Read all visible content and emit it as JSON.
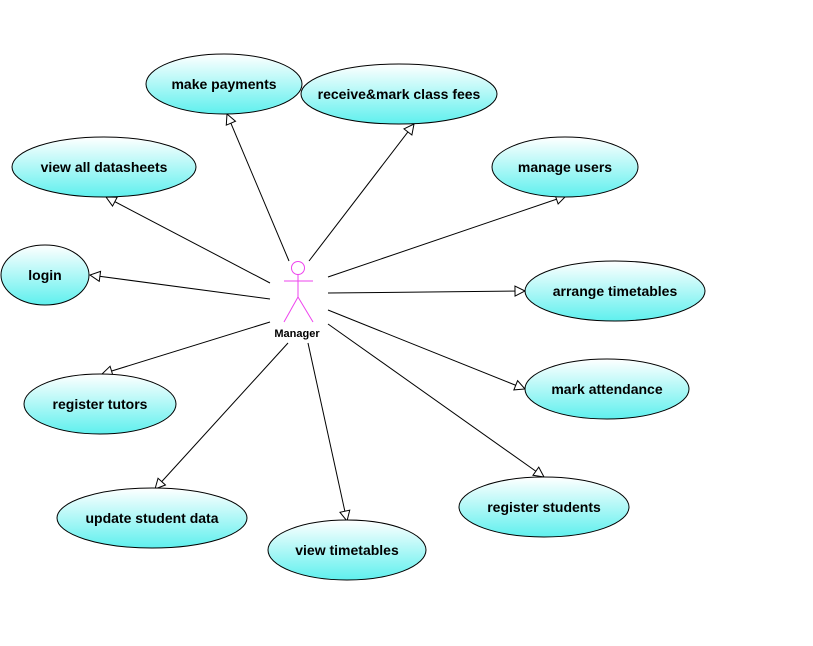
{
  "diagram": {
    "actor": {
      "name": "Manager",
      "icon": "stick-figure-icon"
    },
    "use_cases": [
      {
        "id": "make-payments",
        "label": "make payments"
      },
      {
        "id": "receive-mark-class-fees",
        "label": "receive&mark class fees"
      },
      {
        "id": "view-all-datasheets",
        "label": "view all datasheets"
      },
      {
        "id": "manage-users",
        "label": "manage users"
      },
      {
        "id": "login",
        "label": "login"
      },
      {
        "id": "arrange-timetables",
        "label": "arrange timetables"
      },
      {
        "id": "register-tutors",
        "label": "register tutors"
      },
      {
        "id": "mark-attendance",
        "label": "mark attendance"
      },
      {
        "id": "update-student-data",
        "label": "update student data"
      },
      {
        "id": "register-students",
        "label": "register students"
      },
      {
        "id": "view-timetables",
        "label": "view timetables"
      }
    ],
    "colors": {
      "usecase_fill_top": "#ffffff",
      "usecase_fill_bottom": "#5ff0ee",
      "usecase_stroke": "#000000",
      "actor_stroke": "#ee44ee",
      "line": "#000000"
    }
  }
}
